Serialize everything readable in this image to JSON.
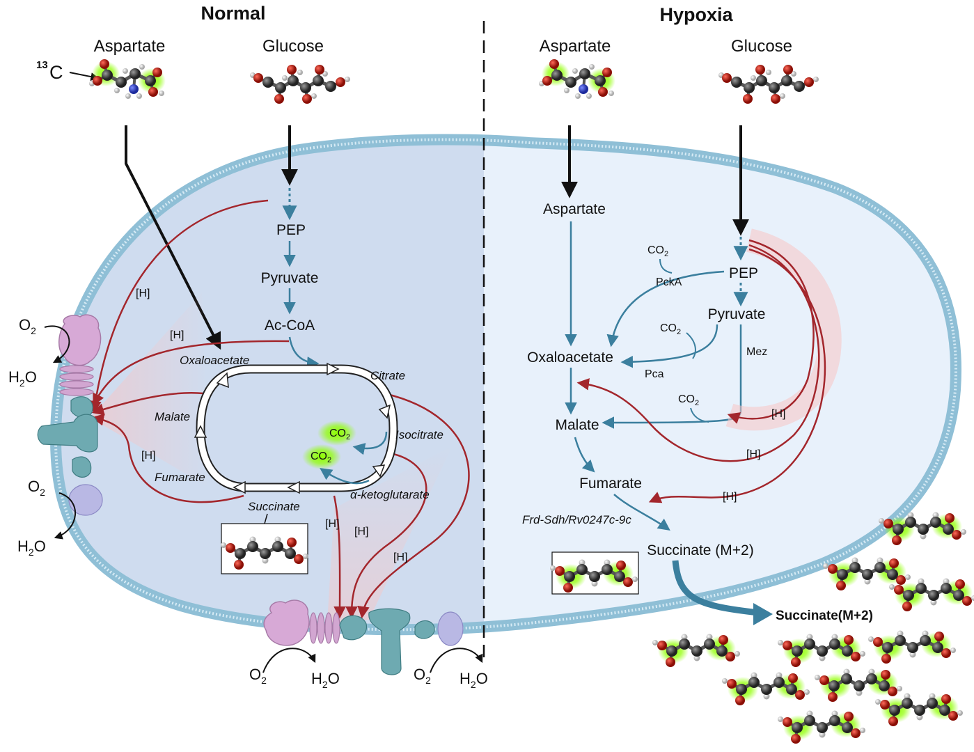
{
  "panels": {
    "normal_title": "Normal",
    "hypoxia_title": "Hypoxia"
  },
  "normal": {
    "source_aspartate": "Aspartate",
    "source_glucose": "Glucose",
    "isotope_label": "C",
    "isotope_mass": "13",
    "pep": "PEP",
    "pyruvate": "Pyruvate",
    "accoa": "Ac-CoA",
    "oxaloacetate": "Oxaloacetate",
    "citrate": "Citrate",
    "isocitrate": "Isocitrate",
    "akg": "α-ketoglutarate",
    "succinate": "Succinate",
    "fumarate": "Fumarate",
    "malate": "Malate",
    "co2_base": "CO",
    "co2_sub": "2",
    "h_label": "[H]",
    "o2_base": "O",
    "o2_sub": "2",
    "h2o_h": "H",
    "h2o_sub": "2",
    "h2o_o": "O"
  },
  "hypoxia": {
    "source_aspartate": "Aspartate",
    "source_glucose": "Glucose",
    "aspartate": "Aspartate",
    "pep": "PEP",
    "pyruvate": "Pyruvate",
    "oxaloacetate": "Oxaloacetate",
    "malate": "Malate",
    "fumarate": "Fumarate",
    "succinate_m2": "Succinate (M+2)",
    "succinate_out": "Succinate(M+2)",
    "pcka": "PckA",
    "pca": "Pca",
    "mez": "Mez",
    "frd": "Frd-Sdh/Rv0247c-9c",
    "h_label": "[H]",
    "co2_base": "CO",
    "co2_sub": "2"
  },
  "colors": {
    "cell_left": "#cfdcef",
    "cell_right": "#e6f0fa",
    "membrane": "#8fbfd6",
    "flux_blue": "#3b7f9e",
    "flux_red": "#a3262c",
    "label_glow": "#7fe000"
  }
}
